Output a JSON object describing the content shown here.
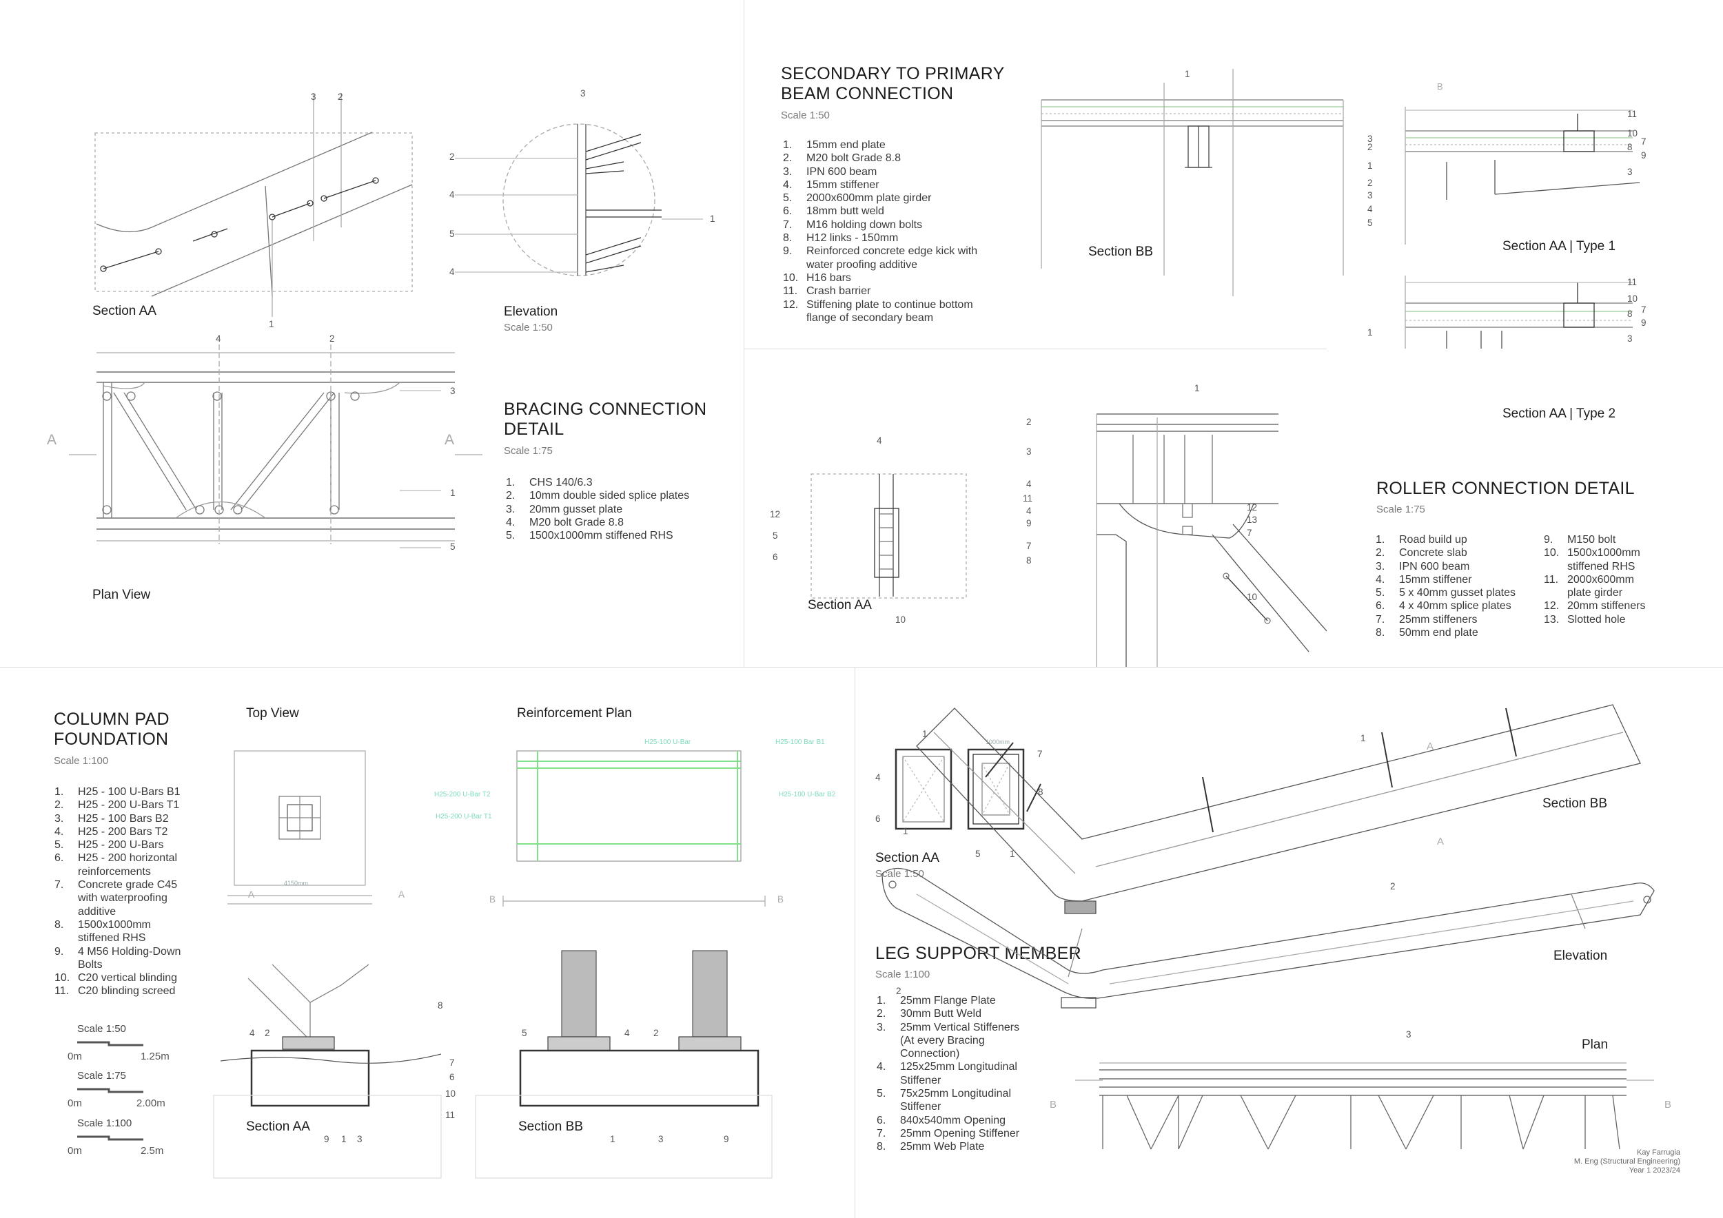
{
  "bracing": {
    "title_line1": "BRACING CONNECTION",
    "title_line2": "DETAIL",
    "scale": "Scale 1:75",
    "section_label": "Section AA",
    "elevation_label": "Elevation",
    "elevation_scale": "Scale 1:50",
    "plan_label": "Plan View",
    "items": [
      {
        "n": "1.",
        "t": "CHS 140/6.3"
      },
      {
        "n": "2.",
        "t": "10mm double sided splice plates"
      },
      {
        "n": "3.",
        "t": "20mm gusset plate"
      },
      {
        "n": "4.",
        "t": "M20 bolt Grade 8.8"
      },
      {
        "n": "5.",
        "t": "1500x1000mm stiffened RHS"
      }
    ]
  },
  "secondary": {
    "title_line1": "SECONDARY TO PRIMARY",
    "title_line2": "BEAM CONNECTION",
    "scale": "Scale 1:50",
    "section_bb": "Section BB",
    "type1": "Section AA | Type 1",
    "type2": "Section AA | Type 2",
    "items": [
      {
        "n": "1.",
        "t": "15mm end plate"
      },
      {
        "n": "2.",
        "t": "M20 bolt Grade 8.8"
      },
      {
        "n": "3.",
        "t": "IPN 600 beam"
      },
      {
        "n": "4.",
        "t": "15mm stiffener"
      },
      {
        "n": "5.",
        "t": "2000x600mm plate girder"
      },
      {
        "n": "6.",
        "t": "18mm butt weld"
      },
      {
        "n": "7.",
        "t": "M16 holding down bolts"
      },
      {
        "n": "8.",
        "t": "H12 links - 150mm"
      },
      {
        "n": "9.",
        "t": "Reinforced concrete edge kick with"
      },
      {
        "n": "",
        "t": "water proofing additive"
      },
      {
        "n": "10.",
        "t": "H16 bars"
      },
      {
        "n": "11.",
        "t": "Crash barrier"
      },
      {
        "n": "12.",
        "t": "Stiffening plate to continue bottom"
      },
      {
        "n": "",
        "t": "flange of secondary beam"
      }
    ]
  },
  "roller": {
    "title": "ROLLER CONNECTION DETAIL",
    "scale": "Scale 1:75",
    "section_label": "Section AA",
    "items_left": [
      {
        "n": "1.",
        "t": "Road build up"
      },
      {
        "n": "2.",
        "t": "Concrete slab"
      },
      {
        "n": "3.",
        "t": "IPN 600 beam"
      },
      {
        "n": "4.",
        "t": "15mm stiffener"
      },
      {
        "n": "5.",
        "t": "5 x 40mm gusset plates"
      },
      {
        "n": "6.",
        "t": "4 x 40mm splice plates"
      },
      {
        "n": "7.",
        "t": "25mm stiffeners"
      },
      {
        "n": "8.",
        "t": "50mm end plate"
      }
    ],
    "items_right": [
      {
        "n": "9.",
        "t": "M150 bolt"
      },
      {
        "n": "10.",
        "t": "1500x1000mm"
      },
      {
        "n": "",
        "t": "stiffened RHS"
      },
      {
        "n": "11.",
        "t": "2000x600mm"
      },
      {
        "n": "",
        "t": "plate girder"
      },
      {
        "n": "12.",
        "t": "20mm stiffeners"
      },
      {
        "n": "13.",
        "t": "Slotted hole"
      }
    ]
  },
  "foundation": {
    "title_line1": "COLUMN PAD",
    "title_line2": "FOUNDATION",
    "scale": "Scale 1:100",
    "top_view": "Top View",
    "reinforcement_plan": "Reinforcement Plan",
    "section_aa": "Section AA",
    "section_bb": "Section BB",
    "items": [
      {
        "n": "1.",
        "t": "H25 - 100 U-Bars B1"
      },
      {
        "n": "2.",
        "t": "H25 - 200 U-Bars T1"
      },
      {
        "n": "3.",
        "t": "H25 - 100 Bars B2"
      },
      {
        "n": "4.",
        "t": "H25 - 200 Bars T2"
      },
      {
        "n": "5.",
        "t": "H25 - 200 U-Bars"
      },
      {
        "n": "6.",
        "t": "H25 - 200 horizontal"
      },
      {
        "n": "",
        "t": "reinforcements"
      },
      {
        "n": "7.",
        "t": "Concrete grade C45"
      },
      {
        "n": "",
        "t": "with waterproofing"
      },
      {
        "n": "",
        "t": "additive"
      },
      {
        "n": "8.",
        "t": "1500x1000mm"
      },
      {
        "n": "",
        "t": "stiffened RHS"
      },
      {
        "n": "9.",
        "t": "4 M56 Holding-Down"
      },
      {
        "n": "",
        "t": "Bolts"
      },
      {
        "n": "10.",
        "t": "C20 vertical blinding"
      },
      {
        "n": "11.",
        "t": "C20 blinding screed"
      }
    ],
    "scalebars": [
      {
        "label": "Scale 1:50",
        "start": "0m",
        "end": "1.25m"
      },
      {
        "label": "Scale 1:75",
        "start": "0m",
        "end": "2.00m"
      },
      {
        "label": "Scale 1:100",
        "start": "0m",
        "end": "2.5m"
      }
    ],
    "dim_4150": "4150mm",
    "rebar_labels": [
      "H25-100 U-Bar",
      "H25-100 Bar B1",
      "H25-200 U-Bar T2",
      "H25-100 U-Bar B2",
      "H25-200 U-Bar T1"
    ]
  },
  "leg": {
    "title": "LEG SUPPORT MEMBER",
    "scale": "Scale 1:100",
    "section_aa": "Section AA",
    "section_aa_scale": "Scale 1:50",
    "section_bb": "Section BB",
    "elevation": "Elevation",
    "plan": "Plan",
    "items": [
      {
        "n": "1.",
        "t": "25mm Flange Plate"
      },
      {
        "n": "2.",
        "t": "30mm Butt Weld"
      },
      {
        "n": "3.",
        "t": "25mm Vertical Stiffeners"
      },
      {
        "n": "",
        "t": "(At every Bracing"
      },
      {
        "n": "",
        "t": "Connection)"
      },
      {
        "n": "4.",
        "t": "125x25mm Longitudinal"
      },
      {
        "n": "",
        "t": "Stiffener"
      },
      {
        "n": "5.",
        "t": "75x25mm Longitudinal"
      },
      {
        "n": "",
        "t": "Stiffener"
      },
      {
        "n": "6.",
        "t": "840x540mm Opening"
      },
      {
        "n": "7.",
        "t": "25mm Opening Stiffener"
      },
      {
        "n": "8.",
        "t": "25mm Web Plate"
      }
    ]
  },
  "credit": {
    "name": "Kay Farrugia",
    "course": "M. Eng (Structural Engineering)",
    "year": "Year 1 2023/24"
  },
  "colors": {
    "rebar": "#7fe08a",
    "rebar_label": "#7ddbb8",
    "line": "#555555",
    "grid": "#c8c8c8"
  }
}
